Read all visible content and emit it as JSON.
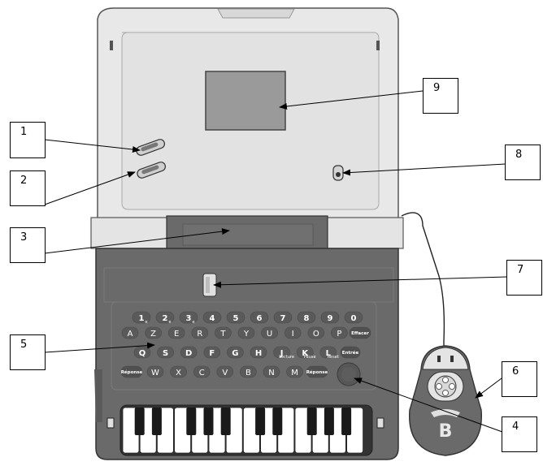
{
  "callouts": {
    "c1": "1",
    "c2": "2",
    "c3": "3",
    "c4": "4",
    "c5": "5",
    "c6": "6",
    "c7": "7",
    "c8": "8",
    "c9": "9"
  },
  "keyboard": {
    "numbers": [
      {
        "main": "1",
        "sub": "e"
      },
      {
        "main": "2",
        "sub": "e"
      },
      {
        "main": "3",
        "sub": "e"
      },
      {
        "main": "4",
        "sub": ""
      },
      {
        "main": "5",
        "sub": ""
      },
      {
        "main": "6",
        "sub": ""
      },
      {
        "main": "7",
        "sub": ""
      },
      {
        "main": "8",
        "sub": ""
      },
      {
        "main": "9",
        "sub": ""
      },
      {
        "main": "0",
        "sub": ""
      }
    ],
    "row1": [
      "A",
      "Z",
      "E",
      "R",
      "T",
      "Y",
      "U",
      "I",
      "O",
      "P"
    ],
    "row1_end": "Effacer",
    "row2": [
      {
        "main": "Q",
        "sub": ""
      },
      {
        "main": "S",
        "sub": ""
      },
      {
        "main": "D",
        "sub": ""
      },
      {
        "main": "F",
        "sub": ""
      },
      {
        "main": "G",
        "sub": ""
      },
      {
        "main": "H",
        "sub": ""
      },
      {
        "main": "J",
        "sub": "Lecture"
      },
      {
        "main": "K",
        "sub": "Pause"
      },
      {
        "main": "L",
        "sub": "Reset"
      }
    ],
    "row2_end": "Entrée",
    "row3_start": "Réponse",
    "row3": [
      "W",
      "X",
      "C",
      "V",
      "B",
      "N",
      "M"
    ],
    "row3_end": "Réponse"
  },
  "mouse_logo": "B",
  "colors": {
    "lid": "#e6e6e6",
    "base": "#6a6a6a",
    "key": "#5a5a5a",
    "screen": "#9a9a9a",
    "outline": "#333333"
  }
}
